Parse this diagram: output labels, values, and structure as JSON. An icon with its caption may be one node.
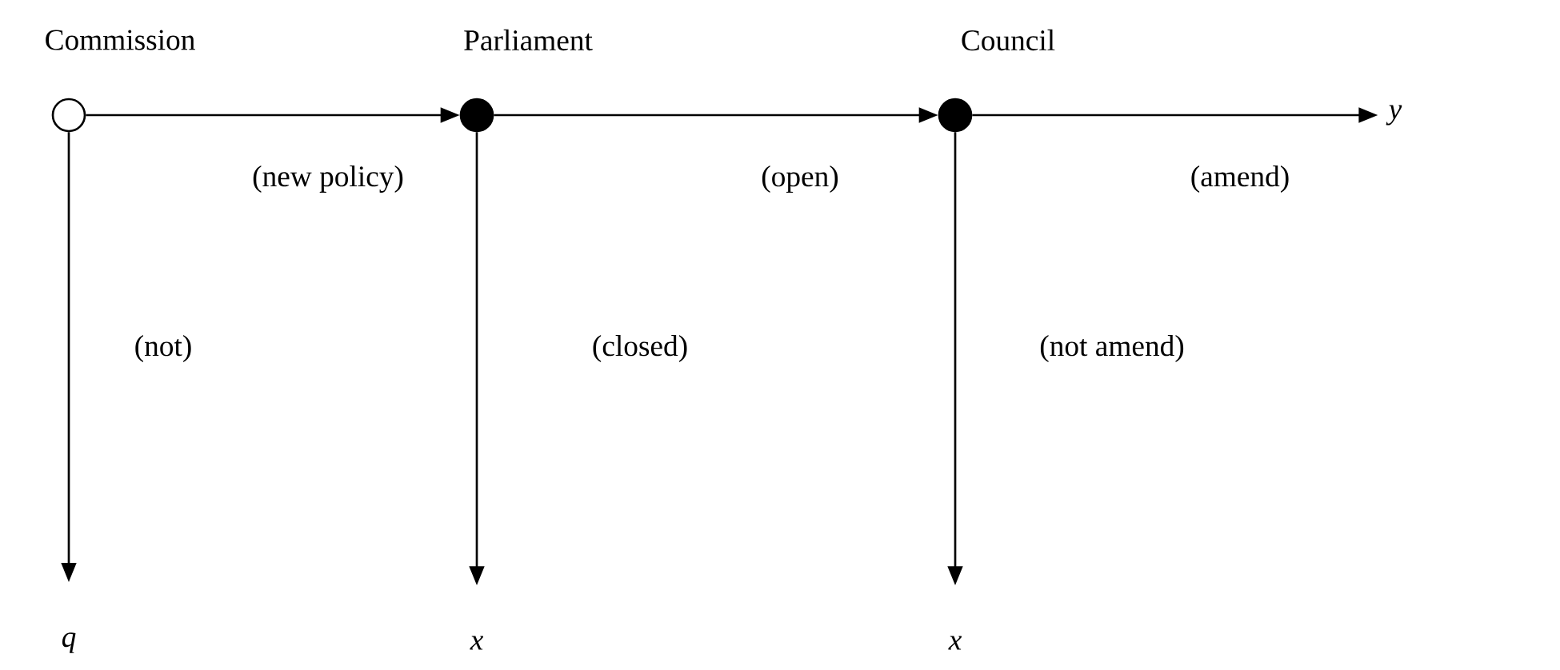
{
  "diagram": {
    "nodes": [
      {
        "text": [
          "Commission"
        ]
      },
      {
        "text": [
          "Parliament"
        ]
      },
      {
        "text": [
          "Council"
        ]
      },
      {
        "text": [
          "y"
        ]
      },
      {
        "text": [
          "q"
        ]
      },
      {
        "text": [
          "x"
        ]
      },
      {
        "text": [
          "x"
        ]
      }
    ],
    "edges": [
      {
        "from": 0,
        "to": 1,
        "arrow": "to",
        "label": "(new policy)"
      },
      {
        "from": 0,
        "to": 4,
        "arrow": "to",
        "label": "(not)"
      },
      {
        "from": 1,
        "to": 2,
        "arrow": "to",
        "label": "(open)"
      },
      {
        "from": 1,
        "to": 5,
        "arrow": "to",
        "label": "(closed)"
      },
      {
        "from": 2,
        "to": 3,
        "arrow": "to",
        "label": "(amend)"
      },
      {
        "from": 2,
        "to": 6,
        "arrow": "to",
        "label": "(not amend)"
      }
    ]
  }
}
